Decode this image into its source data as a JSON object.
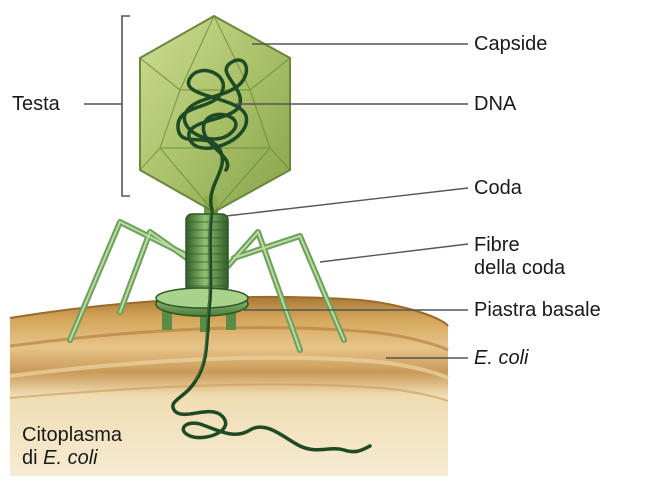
{
  "labels": {
    "testa": "Testa",
    "capside": "Capside",
    "dna": "DNA",
    "coda": "Coda",
    "fibre_line1": "Fibre",
    "fibre_line2": "della coda",
    "piastra": "Piastra basale",
    "ecoli": "E. coli",
    "citoplasma_line1": "Citoplasma",
    "citoplasma_line2_prefix": "di ",
    "citoplasma_line2_italic": "E. coli"
  },
  "colors": {
    "capsid_fill": "#a7c060",
    "capsid_edge": "#5e7d2a",
    "dna": "#1e4a25",
    "tail": "#4f7e3a",
    "fibers": "#7fae6a",
    "membrane_outer": "#c99448",
    "membrane_inner": "#f2e6c8",
    "leader_line": "#555555"
  }
}
